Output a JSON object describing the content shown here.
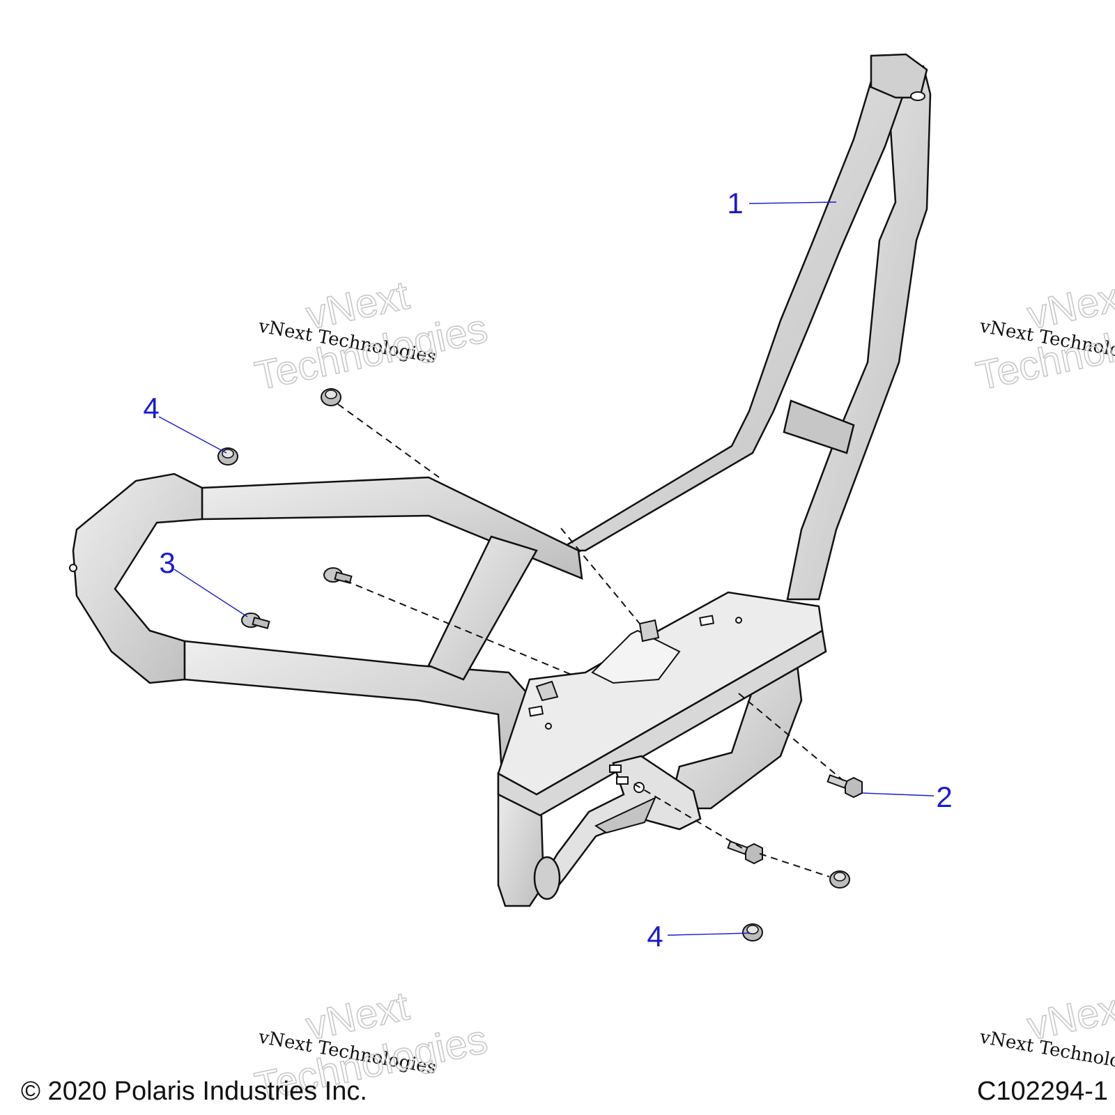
{
  "callouts": [
    {
      "id": "1",
      "label": "1"
    },
    {
      "id": "2",
      "label": "2"
    },
    {
      "id": "3",
      "label": "3"
    },
    {
      "id": "4a",
      "label": "4"
    },
    {
      "id": "4b",
      "label": "4"
    }
  ],
  "colors": {
    "callout": "#1a1ad6",
    "line": "#111111",
    "tube_fill": "#dcdcdc",
    "tube_shade": "#b8b8b8",
    "plate_fill": "#ececec"
  },
  "watermark": {
    "mono_text": "vNext Technologies",
    "outline_line1": "vNext",
    "outline_line2": "Technologies"
  },
  "footer": {
    "copyright": "© 2020 Polaris Industries Inc.",
    "drawing_code": "C102294-1"
  }
}
